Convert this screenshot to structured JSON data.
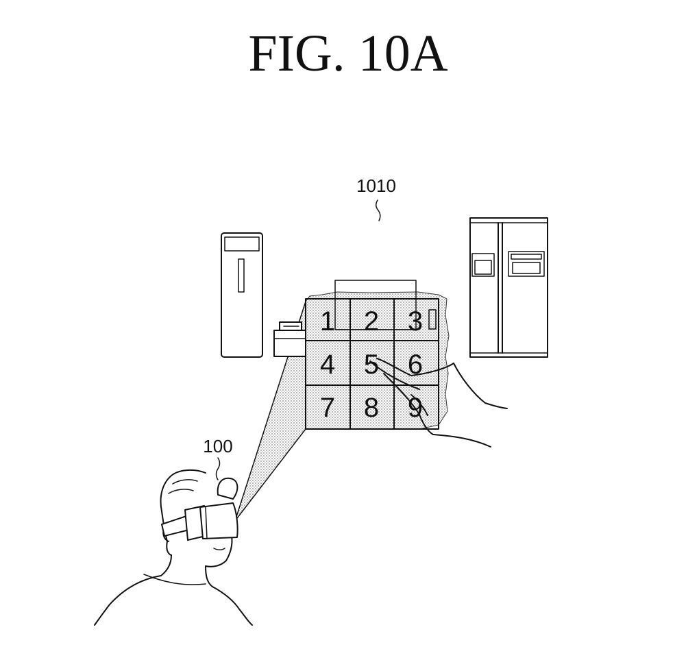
{
  "figure": {
    "title": "FIG. 10A"
  },
  "labels": {
    "ref_1010": "1010",
    "ref_100": "100"
  },
  "keypad": {
    "keys": [
      "1",
      "2",
      "3",
      "4",
      "5",
      "6",
      "7",
      "8",
      "9"
    ]
  },
  "colors": {
    "line": "#111111",
    "background": "#ffffff",
    "stipple": "#555555"
  },
  "icons": {
    "left_appliance": "air-purifier-icon",
    "right_appliance": "refrigerator-icon",
    "tv": "tv-icon",
    "hmd": "head-mounted-display-icon"
  }
}
